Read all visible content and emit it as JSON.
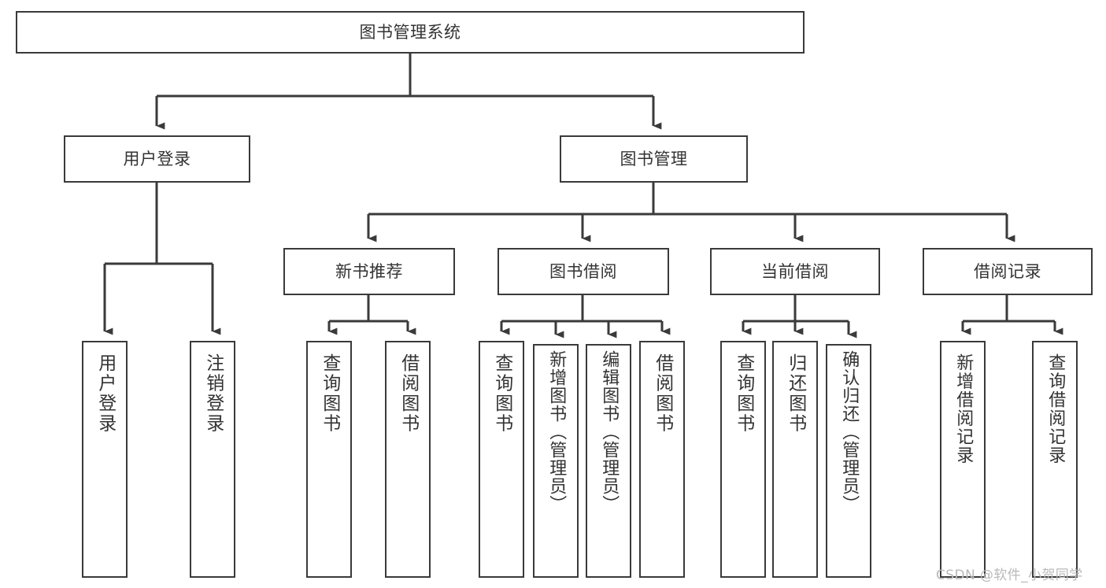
{
  "diagram": {
    "type": "hierarchy-tree",
    "title": "图书管理系统",
    "edge_color": "#3a3a3a",
    "border_color": "#3a3a3a",
    "text_color": "#333333",
    "background": "#ffffff"
  },
  "nodes": {
    "root": {
      "label": "图书管理系统",
      "level": 0
    },
    "l1": [
      {
        "id": "user-login",
        "label": "用户登录",
        "level": 1
      },
      {
        "id": "book-manage",
        "label": "图书管理",
        "level": 1
      }
    ],
    "l2": [
      {
        "id": "new-book-recommend",
        "label": "新书推荐",
        "level": 2
      },
      {
        "id": "book-borrow",
        "label": "图书借阅",
        "level": 2
      },
      {
        "id": "current-borrow",
        "label": "当前借阅",
        "level": 2
      },
      {
        "id": "borrow-record",
        "label": "借阅记录",
        "level": 2
      }
    ],
    "leaves": {
      "user-login": [
        {
          "id": "leaf-user-login",
          "label": "用户登录"
        },
        {
          "id": "leaf-logout-login",
          "label": "注销登录"
        }
      ],
      "new-book-recommend": [
        {
          "id": "leaf-query-book-1",
          "label": "查询图书"
        },
        {
          "id": "leaf-borrow-book-1",
          "label": "借阅图书"
        }
      ],
      "book-borrow": [
        {
          "id": "leaf-query-book-2",
          "label": "查询图书"
        },
        {
          "id": "leaf-add-book",
          "label": "新增图书（管理员）"
        },
        {
          "id": "leaf-edit-book",
          "label": "编辑图书（管理员）"
        },
        {
          "id": "leaf-borrow-book-2",
          "label": "借阅图书"
        }
      ],
      "current-borrow": [
        {
          "id": "leaf-query-book-3",
          "label": "查询图书"
        },
        {
          "id": "leaf-return-book",
          "label": "归还图书"
        },
        {
          "id": "leaf-confirm-return",
          "label": "确认归还（管理员）"
        }
      ],
      "borrow-record": [
        {
          "id": "leaf-add-record",
          "label": "新增借阅记录"
        },
        {
          "id": "leaf-query-record",
          "label": "查询借阅记录"
        }
      ]
    }
  },
  "watermark": {
    "text": "CSDN @软件_小贺同学"
  }
}
